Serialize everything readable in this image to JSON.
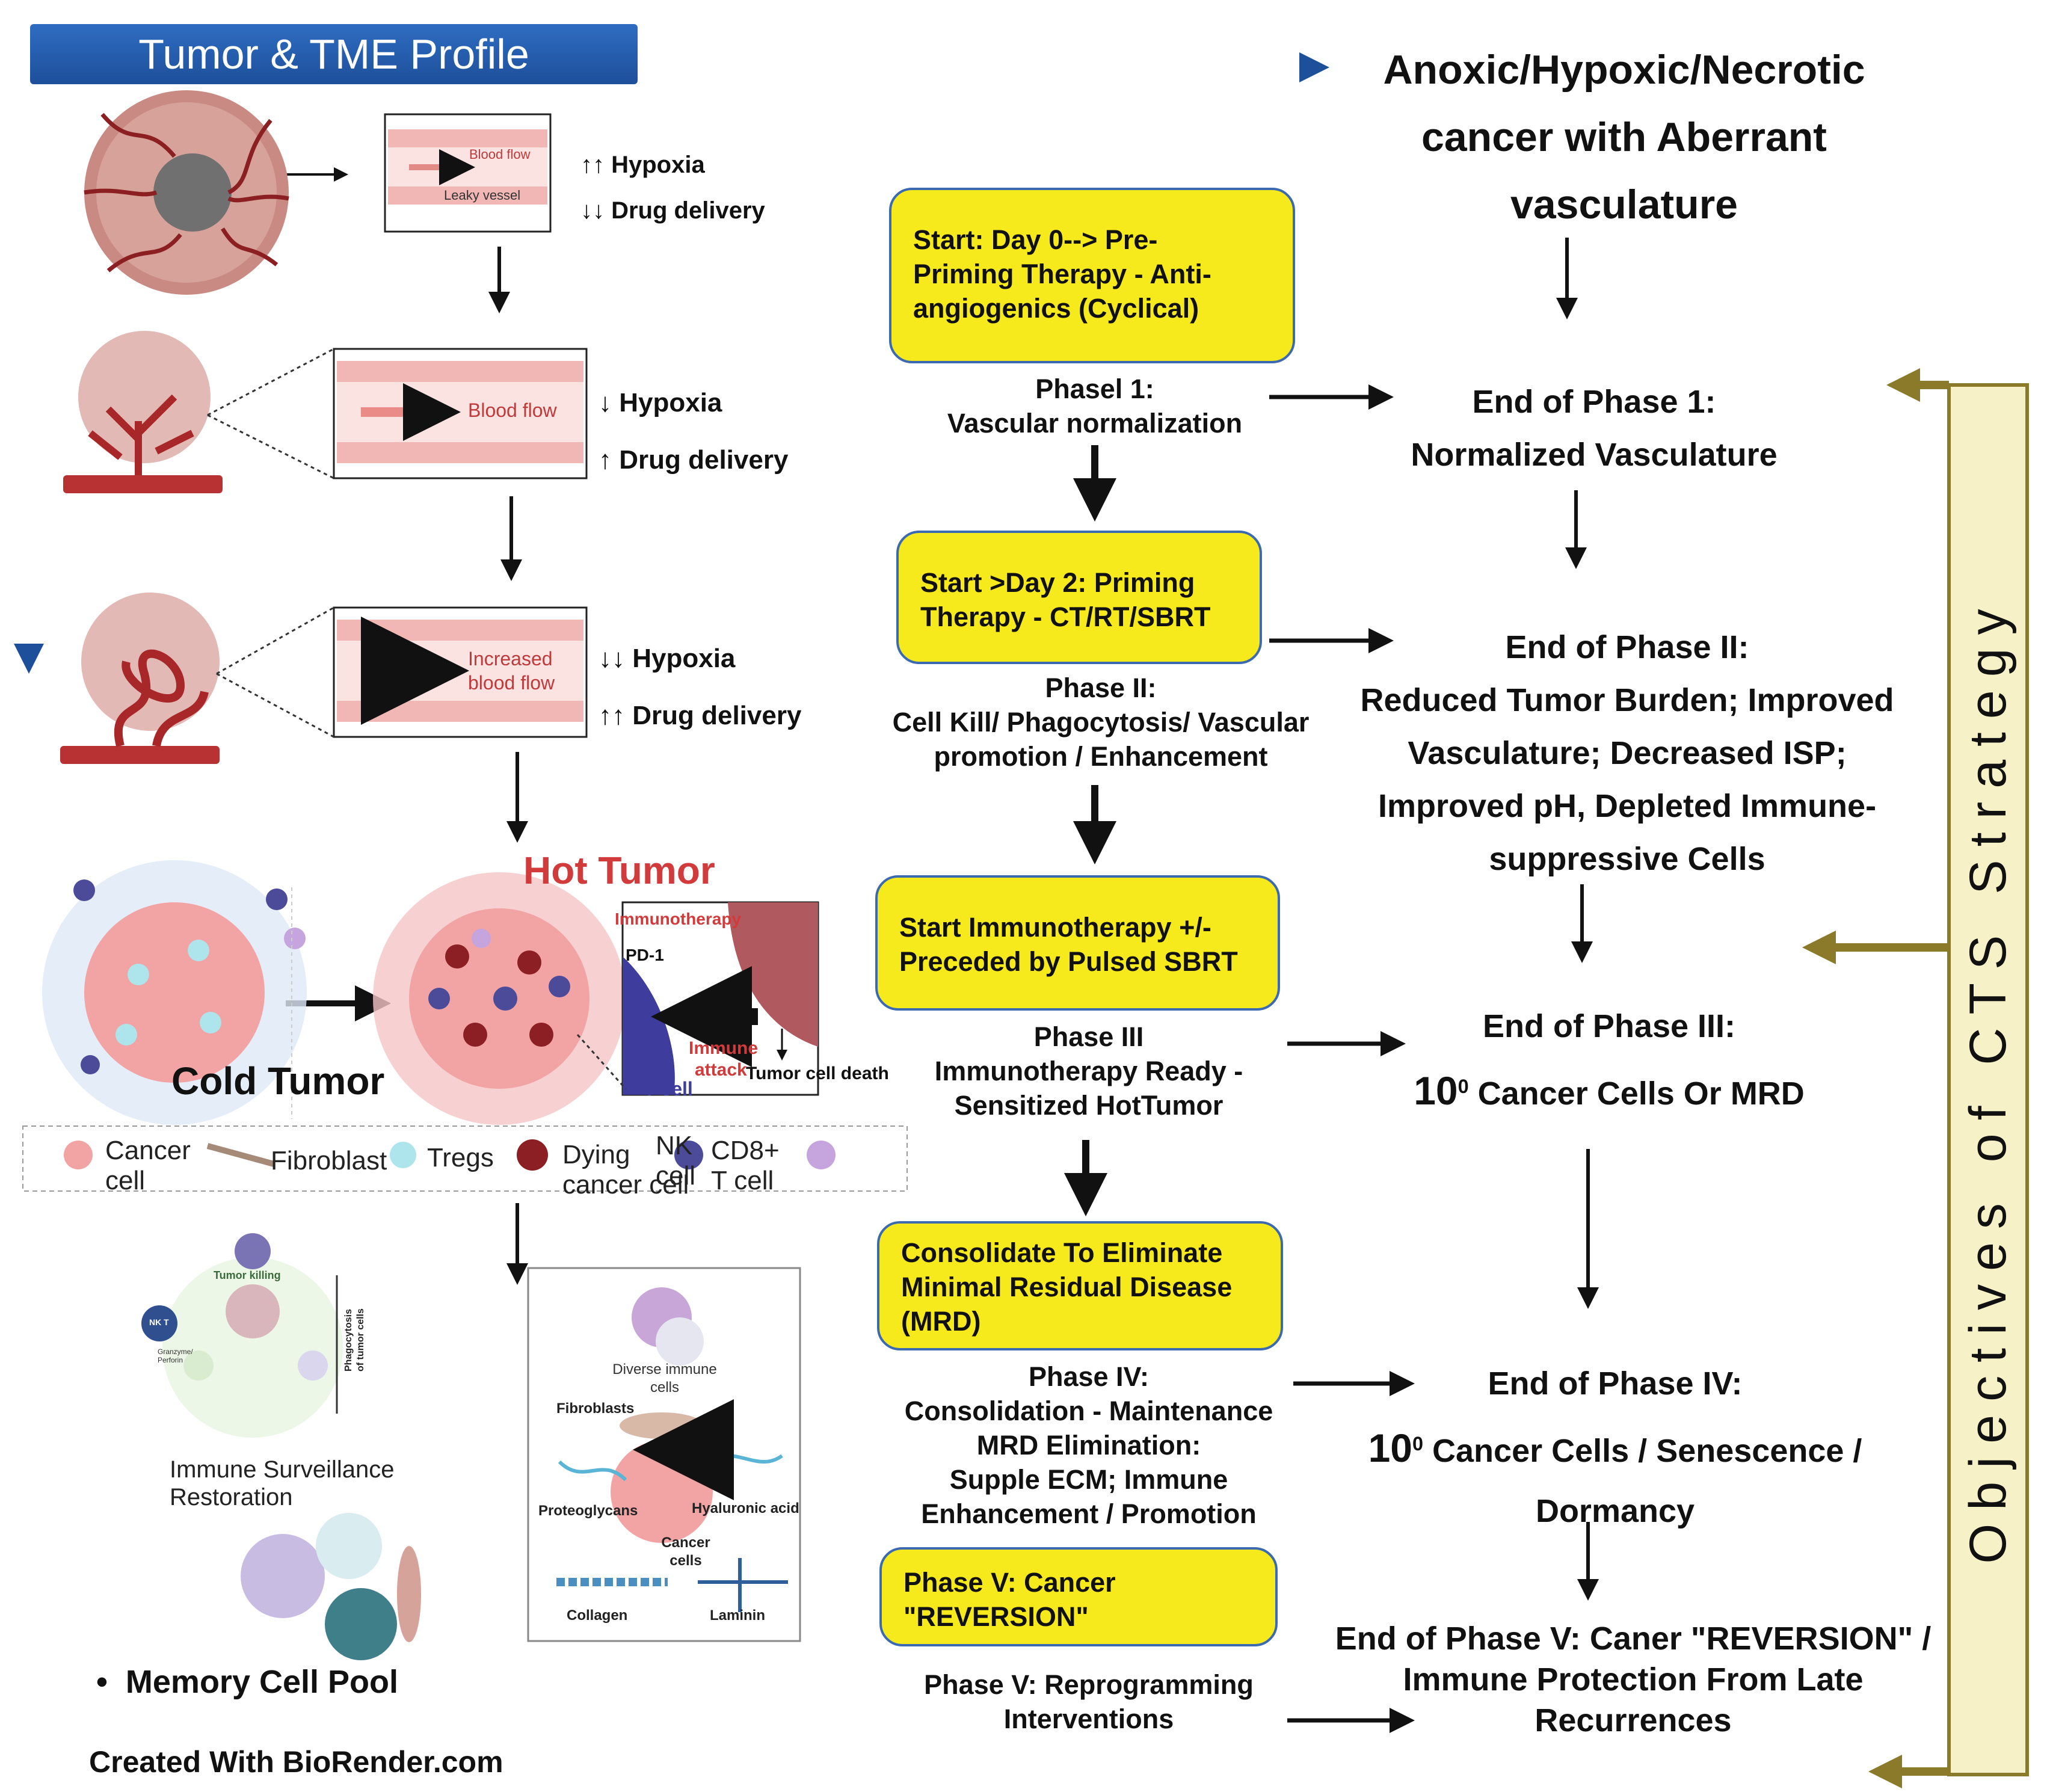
{
  "header": {
    "title": "Tumor  & TME Profile"
  },
  "top_right_title": [
    "Anoxic/Hypoxic/Necrotic",
    "cancer with Aberrant",
    "vasculature"
  ],
  "vessel_panels": [
    {
      "inner_labels": [
        "Blood flow",
        "Leaky vessel"
      ],
      "side_labels": [
        "↑↑ Hypoxia",
        "↓↓ Drug delivery"
      ]
    },
    {
      "inner_labels": [
        "Blood flow"
      ],
      "side_labels": [
        "↓ Hypoxia",
        "↑ Drug delivery"
      ]
    },
    {
      "inner_labels": [
        "Increased",
        "blood flow"
      ],
      "side_labels": [
        "↓↓ Hypoxia",
        "↑↑ Drug delivery"
      ]
    }
  ],
  "tumor_panel": {
    "hot_title": "Hot Tumor",
    "cold_title": "Cold Tumor",
    "immunotherapy": "Immunotherapy",
    "pd1": "PD-1",
    "immune_attack": [
      "Immune",
      "attack"
    ],
    "tumor_cell_death": "Tumor cell death",
    "t_cell": "T cell"
  },
  "legend": [
    {
      "label": [
        "Cancer",
        "cell"
      ]
    },
    {
      "label": [
        "Fibroblast"
      ]
    },
    {
      "label": [
        "Tregs"
      ]
    },
    {
      "label": [
        "Dying",
        "cancer cell"
      ]
    },
    {
      "label": [
        "NK",
        "cell"
      ]
    },
    {
      "label": [
        "CD8+",
        "T cell"
      ]
    }
  ],
  "surveillance": {
    "tumor_killing": "Tumor killing",
    "nk": "NK T",
    "granzyme": [
      "Granzyme/",
      "Perforin"
    ],
    "phagocytosis": [
      "Phagocytosis",
      "of tumor cells"
    ],
    "caption": [
      "Immune Surveillance",
      "Restoration"
    ]
  },
  "ecm_panel": {
    "diverse": [
      "Diverse immune",
      "cells"
    ],
    "fibroblasts": "Fibroblasts",
    "proteoglycans": "Proteoglycans",
    "hyaluronic": "Hyaluronic acid",
    "cancer_cells": [
      "Cancer",
      "cells"
    ],
    "collagen": "Collagen",
    "laminin": "Laminin"
  },
  "memory": "Memory Cell Pool",
  "credit": "Created With BioRender.com",
  "start_boxes": [
    {
      "lines": [
        "Start:  Day 0--> Pre-",
        "Priming Therapy - Anti-",
        "angiogenics (Cyclical)"
      ]
    },
    {
      "lines": [
        "Start >Day 2:  Priming",
        "Therapy - CT/RT/SBRT"
      ]
    },
    {
      "lines": [
        "Start Immunotherapy +/-",
        "Preceded by Pulsed SBRT"
      ]
    },
    {
      "lines": [
        "Consolidate To Eliminate",
        "Minimal Residual Disease",
        "(MRD)"
      ]
    },
    {
      "lines": [
        "Phase V: Cancer",
        "\"REVERSION\""
      ]
    }
  ],
  "phase_texts": [
    {
      "lines": [
        "Phasel 1:",
        "Vascular normalization"
      ]
    },
    {
      "lines": [
        "Phase II:",
        "Cell Kill/ Phagocytosis/ Vascular",
        "promotion / Enhancement"
      ]
    },
    {
      "lines": [
        "Phase III",
        "Immunotherapy Ready -",
        "Sensitized HotTumor"
      ]
    },
    {
      "lines": [
        "Phase IV:",
        "Consolidation - Maintenance",
        "MRD Elimination:",
        "Supple ECM; Immune",
        "Enhancement / Promotion"
      ]
    },
    {
      "lines": [
        "Phase V:  Reprogramming",
        "Interventions"
      ]
    }
  ],
  "end_texts": {
    "p1": [
      "End of Phase 1:",
      "Normalized Vasculature"
    ],
    "p2": [
      "End of Phase II:",
      "Reduced Tumor Burden; Improved",
      "Vasculature;  Decreased ISP;",
      "Improved pH, Depleted Immune-",
      "suppressive Cells"
    ],
    "p3_title": "End of Phase III:",
    "p3_num": "10",
    "p3_sup": "0",
    "p3_rest": " Cancer Cells Or MRD",
    "p4_title": "End of Phase IV:",
    "p4_num": "10",
    "p4_sup": "0",
    "p4_rest": " Cancer Cells /  Senescence /",
    "p4_last": "Dormancy",
    "p5": [
      "End of  Phase V: Caner \"REVERSION\" /",
      "Immune Protection From  Late",
      "Recurrences"
    ]
  },
  "objectives_label": "Objectives of CTS Strategy",
  "colors": {
    "banner": "#2a62b5",
    "yellow": "#f7ea1c",
    "box_border": "#3b6ab0",
    "gold": "#8a7a2a",
    "vessel": "#b83234",
    "hot": "#d13b3b"
  }
}
